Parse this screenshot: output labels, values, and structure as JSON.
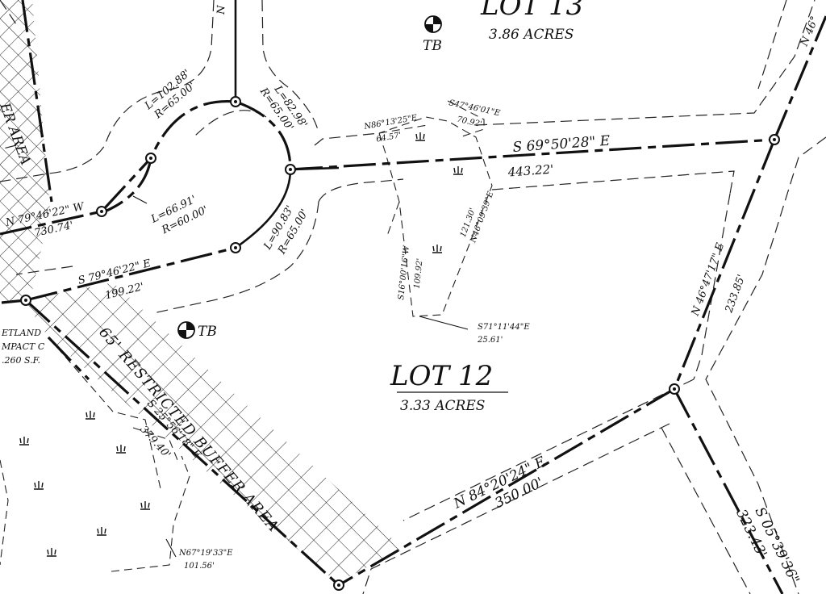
{
  "lots": [
    {
      "lot": "LOT 13",
      "acres": "3.86 ACRES"
    },
    {
      "lot": "LOT 12",
      "acres": "3.33 ACRES"
    }
  ],
  "tb_markers": [
    {
      "label": "TB"
    },
    {
      "label": "TB"
    }
  ],
  "boundary_calls": [
    {
      "bearing": "S 69°50'28\" E",
      "distance": "443.22'"
    },
    {
      "bearing": "N 46°47'17\" E",
      "distance": "233.85'"
    },
    {
      "bearing": "N 84°20'24\" E",
      "distance": "350.00'"
    },
    {
      "bearing": "S 05°39'36\"",
      "distance": "323.43'"
    },
    {
      "bearing": "S 25°56'18\" E",
      "distance": "379.40'"
    },
    {
      "bearing": "S 79°46'22\" E",
      "distance": "199.22'"
    },
    {
      "bearing": "N 79°46'22\" W",
      "distance": "730.74'"
    }
  ],
  "curves": [
    {
      "length": "L=102.88'",
      "radius": "R=65.00'"
    },
    {
      "length": "L=82.98'",
      "radius": "R=65.00'"
    },
    {
      "length": "L=66.91'",
      "radius": "R=60.00'"
    },
    {
      "length": "L=90.83'",
      "radius": "R=65.00'"
    }
  ],
  "wetland_calls": [
    {
      "bearing": "N86°13'25\"E",
      "distance": "64.57'"
    },
    {
      "bearing": "S47°46'01\"E",
      "distance": "70.92'"
    },
    {
      "bearing": "N46°09'39\"E",
      "distance": "121.30'"
    },
    {
      "bearing": "S16°00'16\"W",
      "distance": "109.92'"
    },
    {
      "bearing": "S71°11'44\"E",
      "distance": "25.61'"
    },
    {
      "bearing": "N67°19'33\"E",
      "distance": "101.56'"
    }
  ],
  "buffer_label": "65' RESTRICTED BUFFER AREA",
  "edge_fragments": {
    "north_arrow": "N",
    "buffer_area_left": "ER AREA",
    "wetland_1": "ETLAND",
    "wetland_2": "MPACT C",
    "wetland_3": ".260 S.F.",
    "top_right": "N 46°"
  }
}
